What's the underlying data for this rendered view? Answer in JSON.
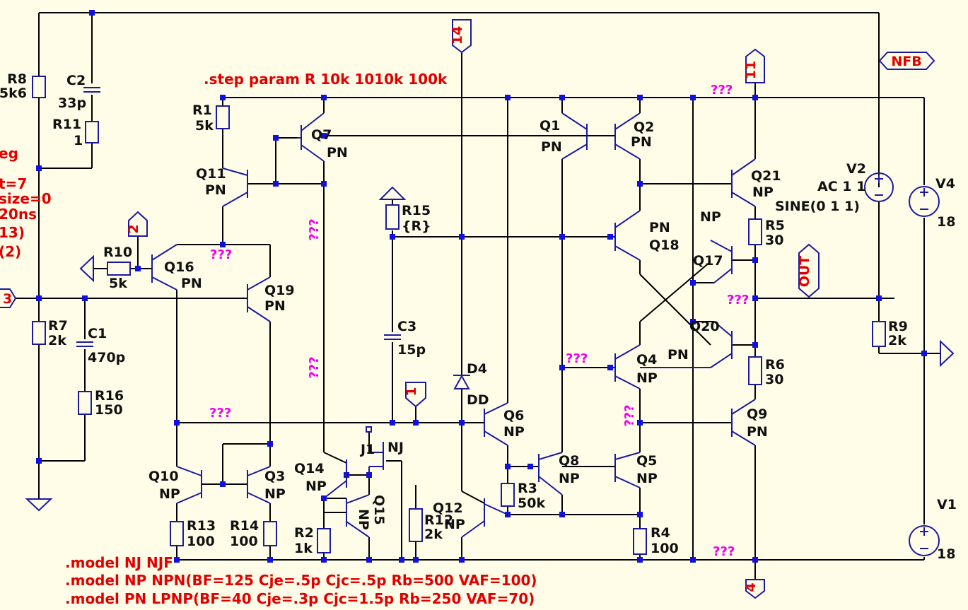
{
  "schematic": {
    "directives": {
      "step": ".step param R 10k 1010k 100k",
      "model_nj": ".model NJ NJF",
      "model_np": ".model NP NPN(BF=125 Cje=.5p Cjc=.5p Rb=500 VAF=100)",
      "model_pn": ".model PN LPNP(BF=40 Cje=.3p Cjc=1.5p Rb=250 VAF=70)",
      "partial_left": [
        "eg",
        "t=7",
        "size=0",
        "20ns",
        "13)",
        "(2)"
      ]
    },
    "ports": {
      "p14": "14",
      "p11": "11",
      "nfb": "NFB",
      "out": "OUT",
      "p2": "2",
      "p1": "1",
      "p3": "3",
      "p4": "4"
    },
    "unknown_marker": "???",
    "resistors": {
      "r8": {
        "name": "R8",
        "value": "5k6"
      },
      "r11": {
        "name": "R11",
        "value": "1"
      },
      "r1": {
        "name": "R1",
        "value": "5k"
      },
      "r10": {
        "name": "R10",
        "value": "5k"
      },
      "r7": {
        "name": "R7",
        "value": "2k"
      },
      "r16": {
        "name": "R16",
        "value": "150"
      },
      "r15": {
        "name": "R15",
        "value": "{R}"
      },
      "r13": {
        "name": "R13",
        "value": "100"
      },
      "r14": {
        "name": "R14",
        "value": "100"
      },
      "r2": {
        "name": "R2",
        "value": "1k"
      },
      "r12": {
        "name": "R12",
        "value": "2k"
      },
      "r3": {
        "name": "R3",
        "value": "50k"
      },
      "r4": {
        "name": "R4",
        "value": "100"
      },
      "r5": {
        "name": "R5",
        "value": "30"
      },
      "r6": {
        "name": "R6",
        "value": "30"
      },
      "r9": {
        "name": "R9",
        "value": "2k"
      }
    },
    "capacitors": {
      "c2": {
        "name": "C2",
        "value": "33p"
      },
      "c1": {
        "name": "C1",
        "value": "470p"
      },
      "c3": {
        "name": "C3",
        "value": "15p"
      }
    },
    "transistors": {
      "q7": {
        "name": "Q7",
        "model": "PN"
      },
      "q11": {
        "name": "Q11",
        "model": "PN"
      },
      "q16": {
        "name": "Q16",
        "model": "PN"
      },
      "q19": {
        "name": "Q19",
        "model": "PN"
      },
      "q10": {
        "name": "Q10",
        "model": "NP"
      },
      "q3": {
        "name": "Q3",
        "model": "NP"
      },
      "q14": {
        "name": "Q14",
        "model": "NP"
      },
      "q15": {
        "name": "Q15",
        "model": "NP"
      },
      "j1": {
        "name": "J1",
        "model": "NJ"
      },
      "q12": {
        "name": "Q12",
        "model": "NP"
      },
      "q6": {
        "name": "Q6",
        "model": "NP"
      },
      "q1": {
        "name": "Q1",
        "model": "PN"
      },
      "q2": {
        "name": "Q2",
        "model": "PN"
      },
      "q18": {
        "name": "Q18",
        "model": "PN"
      },
      "q8": {
        "name": "Q8",
        "model": "NP"
      },
      "q4": {
        "name": "Q4",
        "model": "NP"
      },
      "q5": {
        "name": "Q5",
        "model": "NP"
      },
      "q21": {
        "name": "Q21",
        "model": "NP"
      },
      "q17": {
        "name": "Q17",
        "model": "NP"
      },
      "q20": {
        "name": "Q20",
        "model": "PN"
      },
      "q9": {
        "name": "Q9",
        "model": "PN"
      }
    },
    "diode": {
      "name": "D4",
      "model": "DD"
    },
    "sources": {
      "v2": {
        "name": "V2",
        "value": "AC 1 1",
        "value2": "SINE(0 1 1)"
      },
      "v4": {
        "name": "V4",
        "value": "18"
      },
      "v1": {
        "name": "V1",
        "value": "18"
      }
    },
    "colors": {
      "wire": "#000000",
      "component": "#1a1aa0",
      "junction": "#1010e0",
      "directive": "#e00000",
      "unknown": "#ee00ee",
      "background": "#fffde8"
    }
  }
}
